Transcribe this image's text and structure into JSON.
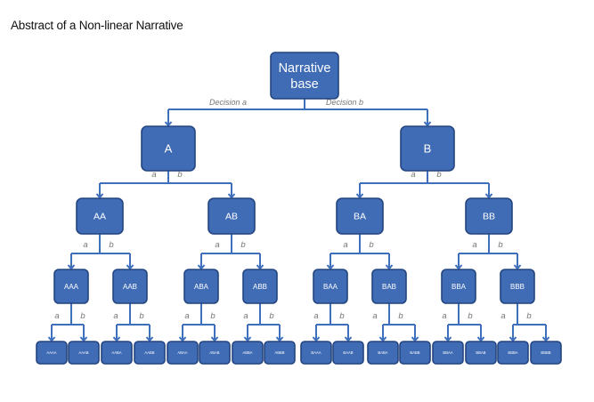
{
  "title": "Abstract of a Non-linear Narrative",
  "root": {
    "lines": [
      "Narrative",
      "base"
    ],
    "left_label": "Decision a",
    "right_label": "Decision b",
    "children": [
      {
        "label": "A",
        "left_label": "a",
        "right_label": "b",
        "children": [
          {
            "label": "AA",
            "left_label": "a",
            "right_label": "b",
            "children": [
              {
                "label": "AAA",
                "left_label": "a",
                "right_label": "b",
                "children": [
                  {
                    "label": "AAAA"
                  },
                  {
                    "label": "AAAB"
                  }
                ]
              },
              {
                "label": "AAB",
                "left_label": "a",
                "right_label": "b",
                "children": [
                  {
                    "label": "AABA"
                  },
                  {
                    "label": "AABB"
                  }
                ]
              }
            ]
          },
          {
            "label": "AB",
            "left_label": "a",
            "right_label": "b",
            "children": [
              {
                "label": "ABA",
                "left_label": "a",
                "right_label": "b",
                "children": [
                  {
                    "label": "ABAA"
                  },
                  {
                    "label": "ABAB"
                  }
                ]
              },
              {
                "label": "ABB",
                "left_label": "a",
                "right_label": "b",
                "children": [
                  {
                    "label": "ABBA"
                  },
                  {
                    "label": "ABBB"
                  }
                ]
              }
            ]
          }
        ]
      },
      {
        "label": "B",
        "left_label": "a",
        "right_label": "b",
        "children": [
          {
            "label": "BA",
            "left_label": "a",
            "right_label": "b",
            "children": [
              {
                "label": "BAA",
                "left_label": "a",
                "right_label": "b",
                "children": [
                  {
                    "label": "BAAA"
                  },
                  {
                    "label": "BAAB"
                  }
                ]
              },
              {
                "label": "BAB",
                "left_label": "a",
                "right_label": "b",
                "children": [
                  {
                    "label": "BABA"
                  },
                  {
                    "label": "BABB"
                  }
                ]
              }
            ]
          },
          {
            "label": "BB",
            "left_label": "a",
            "right_label": "b",
            "children": [
              {
                "label": "BBA",
                "left_label": "a",
                "right_label": "b",
                "children": [
                  {
                    "label": "BBAA"
                  },
                  {
                    "label": "BBAB"
                  }
                ]
              },
              {
                "label": "BBB",
                "left_label": "a",
                "right_label": "b",
                "children": [
                  {
                    "label": "BBBA"
                  },
                  {
                    "label": "BBBB"
                  }
                ]
              }
            ]
          }
        ]
      }
    ]
  }
}
